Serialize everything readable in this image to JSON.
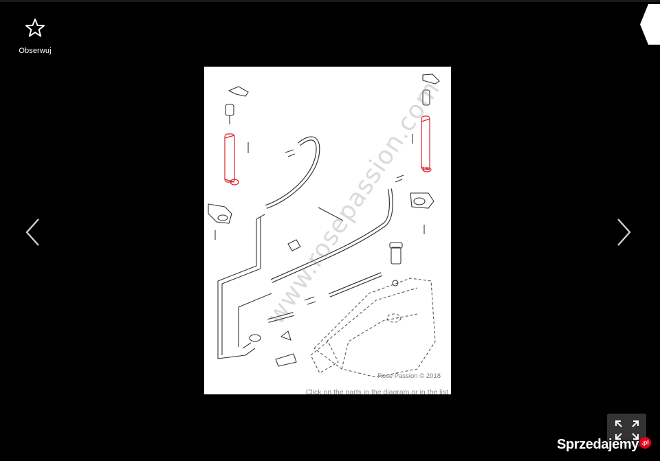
{
  "follow": {
    "icon": "star-outline-icon",
    "label": "Obserwuj"
  },
  "navigation": {
    "prev_icon": "chevron-left-icon",
    "next_icon": "chevron-right-icon"
  },
  "image": {
    "watermark": "www.rosepassion.com",
    "copyright": "Rose Passion © 2018",
    "caption": "Click on the parts in the diagram or in the list"
  },
  "fullscreen": {
    "icon": "expand-icon"
  },
  "brand": {
    "name": "Sprzedajemy",
    "tld": ".pl",
    "color": "#e2001a"
  },
  "colors": {
    "background": "#000000",
    "highlight_part": "#d9232a",
    "control_bg": "#333333"
  }
}
